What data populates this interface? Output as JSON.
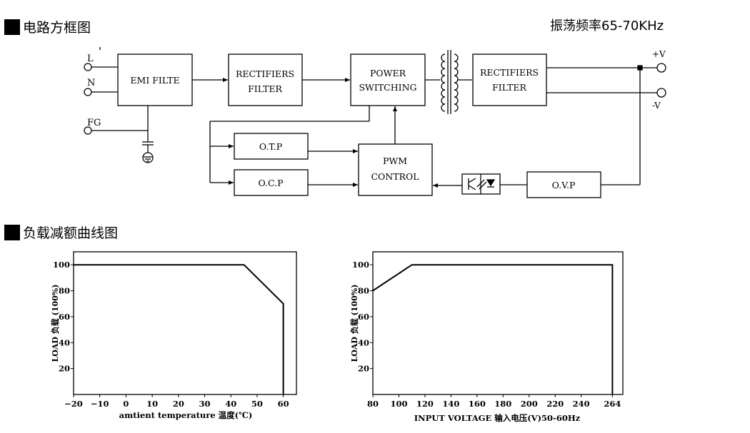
{
  "sections": {
    "block_diagram_title": "电路方框图",
    "derating_title": "负载减额曲线图"
  },
  "oscillation": "振荡频率65-70KHz",
  "terminals": {
    "line": "L",
    "neutral": "N",
    "ground": "FG",
    "pos_out": "+V",
    "neg_out": "-V"
  },
  "blocks": {
    "emi": [
      "EMI FILTE"
    ],
    "rect_in": [
      "RECTIFIERS",
      "FILTER"
    ],
    "power_sw": [
      "POWER",
      "SWITCHING"
    ],
    "rect_out": [
      "RECTIFIERS",
      "FILTER"
    ],
    "otp": [
      "O.T.P"
    ],
    "ocp": [
      "O.C.P"
    ],
    "pwm": [
      "PWM",
      "CONTROL"
    ],
    "ovp": [
      "O.V.P"
    ]
  },
  "chart_data": [
    {
      "type": "line",
      "ylabel": "LOAD 负载 (100%)",
      "xlabel": "amtient temperature 温度(℃)",
      "xticks": [
        -20,
        -10,
        0,
        10,
        20,
        30,
        40,
        50,
        60
      ],
      "yticks": [
        20,
        40,
        60,
        80,
        100
      ],
      "xlim": [
        -20,
        65
      ],
      "ylim": [
        0,
        110
      ],
      "series": [
        {
          "x": [
            -20,
            45,
            60,
            60
          ],
          "y": [
            100,
            100,
            70,
            0
          ]
        }
      ]
    },
    {
      "type": "line",
      "ylabel": "LOAD 负载 (100%)",
      "xlabel": "INPUT VOLTAGE 输入电压(V)50-60Hz",
      "xticks": [
        80,
        100,
        120,
        140,
        160,
        180,
        200,
        220,
        240,
        264
      ],
      "yticks": [
        20,
        40,
        60,
        80,
        100
      ],
      "xlim": [
        80,
        272
      ],
      "ylim": [
        0,
        110
      ],
      "series": [
        {
          "x": [
            80,
            110,
            264,
            264
          ],
          "y": [
            80,
            100,
            100,
            0
          ]
        }
      ]
    }
  ]
}
